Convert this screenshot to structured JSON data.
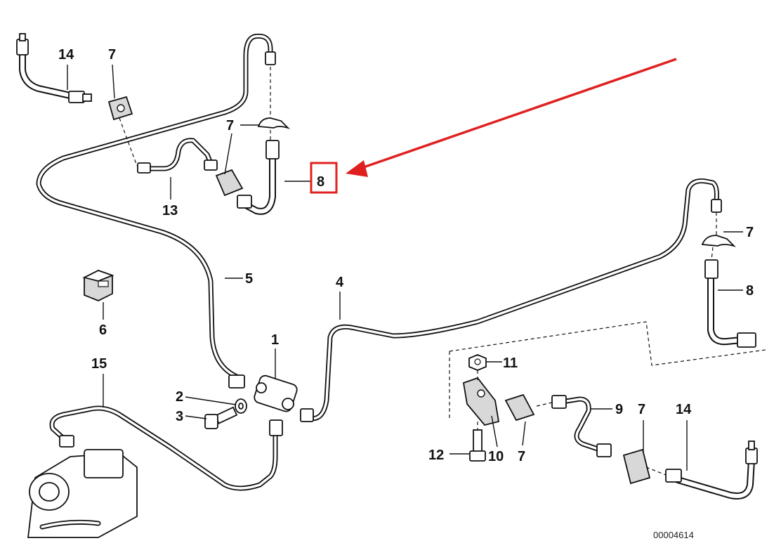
{
  "diagram": {
    "labels": {
      "p1": "1",
      "p2": "2",
      "p3": "3",
      "p4": "4",
      "p5": "5",
      "p6": "6",
      "p7a": "7",
      "p7b": "7",
      "p7c": "7",
      "p7d": "7",
      "p7e": "7",
      "p8a": "8",
      "p8b": "8",
      "p9": "9",
      "p10": "10",
      "p11": "11",
      "p12": "12",
      "p13": "13",
      "p14a": "14",
      "p14b": "14",
      "p15": "15"
    },
    "reference_number": "00004614",
    "highlight_color": "#e02020"
  }
}
